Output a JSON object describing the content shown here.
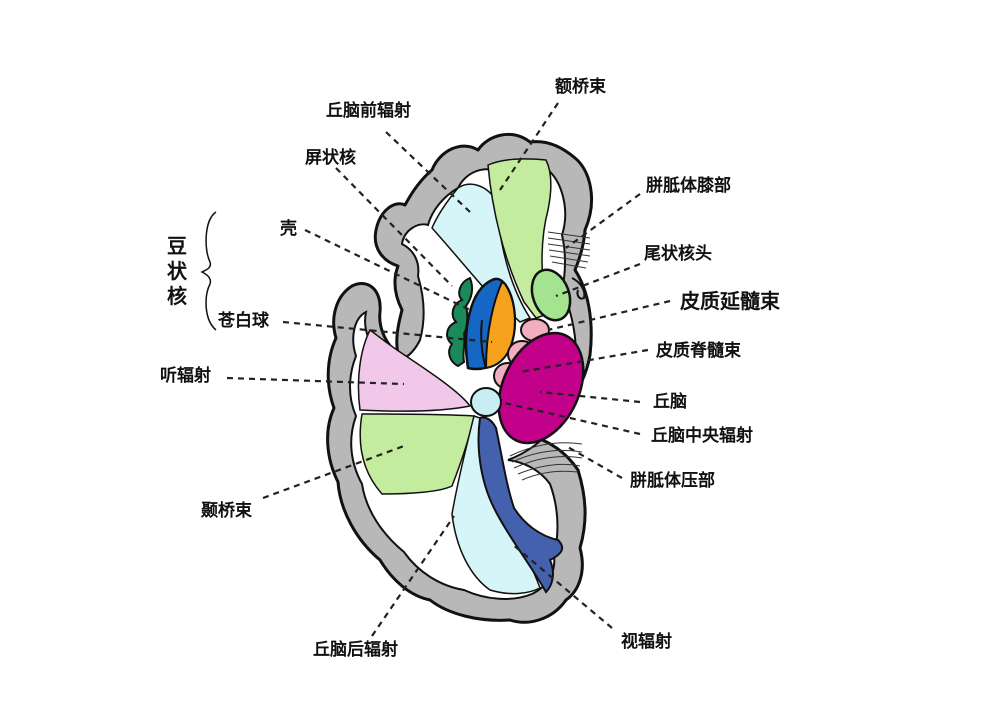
{
  "labels": {
    "frontopontine": "额桥束",
    "anterior_thalamic_radiation": "丘脑前辐射",
    "claustrum": "屏状核",
    "genu_corpus_callosum": "胼胝体膝部",
    "putamen": "壳",
    "caudate_head": "尾状核头",
    "lentiform_nucleus": "豆状核",
    "corticobulbar": "皮质延髓束",
    "globus_pallidus": "苍白球",
    "corticospinal": "皮质脊髓束",
    "acoustic_radiation": "听辐射",
    "thalamus": "丘脑",
    "central_thalamic_radiation": "丘脑中央辐射",
    "splenium_corpus_callosum": "胼胝体压部",
    "temporopontine": "颞桥束",
    "posterior_thalamic_radiation": "丘脑后辐射",
    "optic_radiation": "视辐射"
  },
  "colors": {
    "cortex_gray": "#b8b8b8",
    "outline": "#111111",
    "anterior_radiation": "#d6f5f8",
    "frontopontine": "#c4ec9e",
    "caudate": "#a4e491",
    "corticobulbar": "#f0aebf",
    "corticospinal": "#f0aebf",
    "thalamus": "#c2008a",
    "claustrum": "#1a8a5a",
    "putamen_blue": "#1666c6",
    "globus_pallidus_orange": "#f6a21c",
    "acoustic_radiation": "#f2c8ea",
    "central_radiation": "#c8eef4",
    "temporopontine": "#c4ec9e",
    "posterior_radiation": "#d6f5f8",
    "optic_radiation": "#4461ad"
  }
}
